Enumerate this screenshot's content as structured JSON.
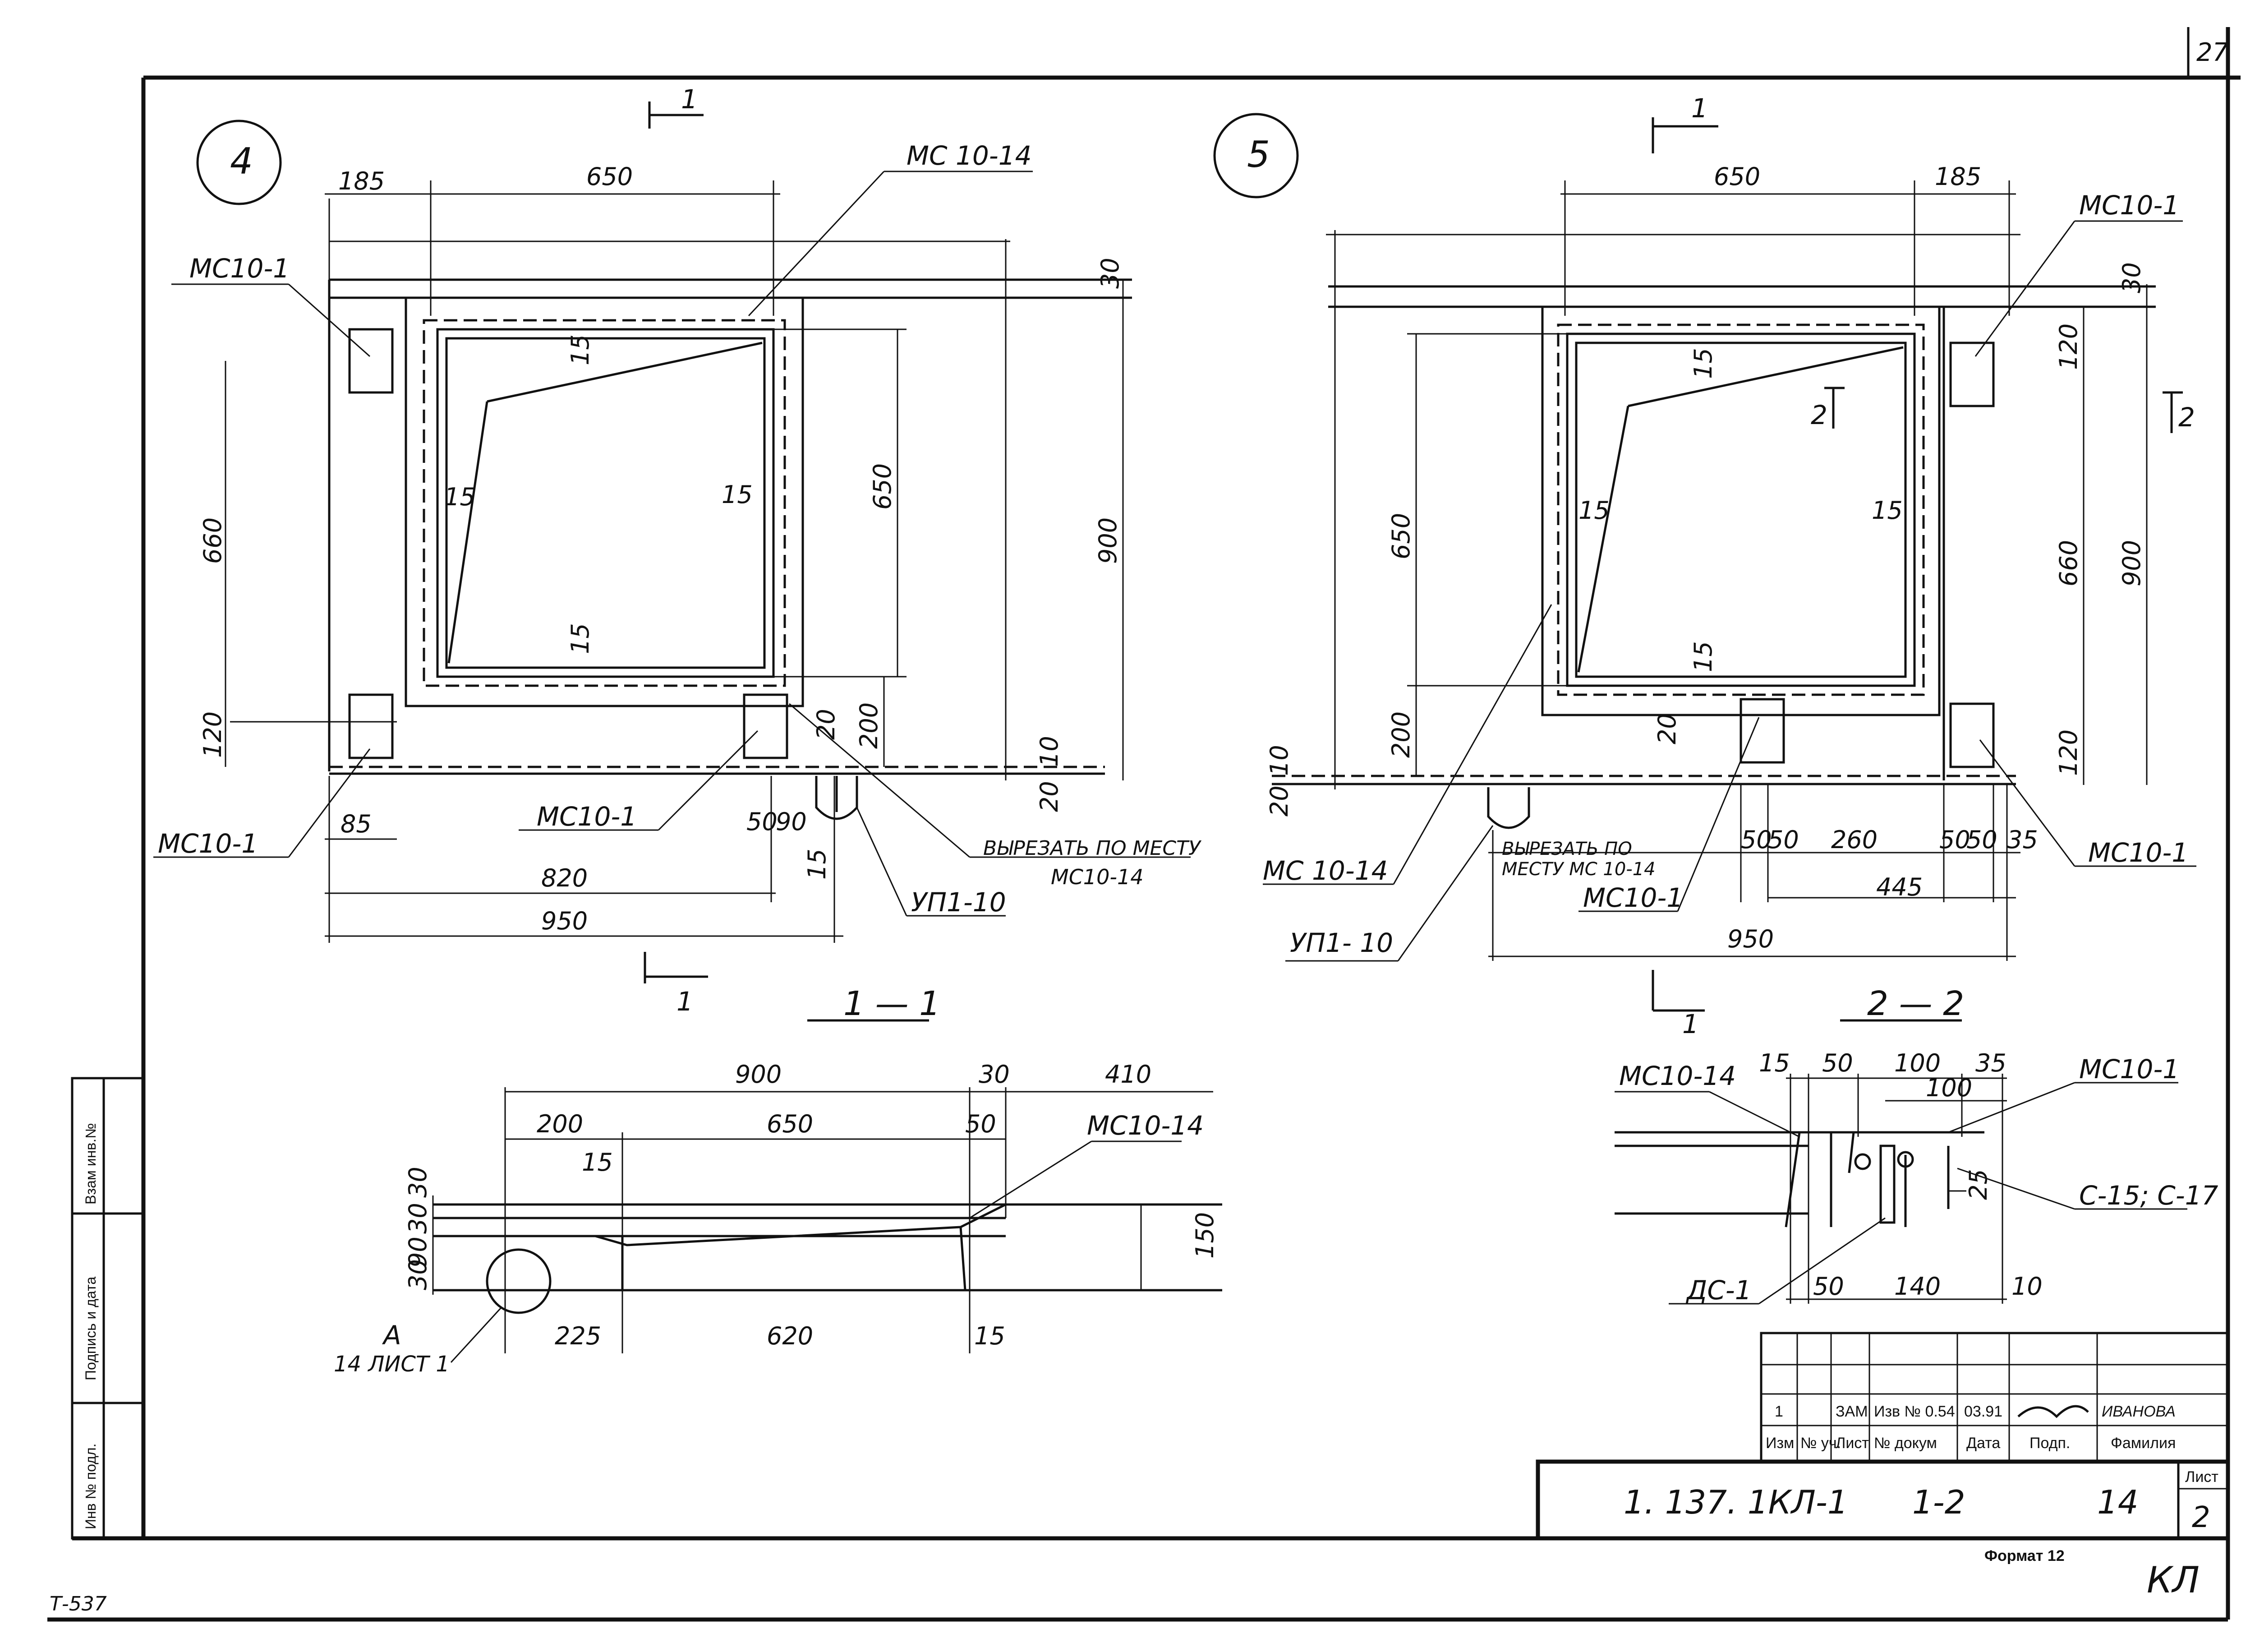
{
  "sheet": {
    "page_number": "27",
    "sheet_code": "1. 137. 1КЛ-1",
    "sheet_part": "1-2",
    "sheet_index": "14",
    "list_label": "Лист",
    "list_value": "2",
    "format_label": "Формат 12",
    "initials": "КЛ",
    "inventory_stamp": "Т-537"
  },
  "side_stamp": {
    "cell1": "Взам инв.№",
    "cell2": "Подпись и дата",
    "cell3": "Инв № подл."
  },
  "title_block": {
    "row": [
      "1",
      "",
      "ЗАМ",
      "Изв № 0.54",
      "03.91",
      "",
      "ИВАНОВА"
    ],
    "headers": [
      "Изм",
      "№ уч.",
      "Лист",
      "№ докум",
      "Дата",
      "Подп.",
      "Фамилия"
    ]
  },
  "detail4": {
    "number": "4",
    "dims": {
      "d185": "185",
      "d650_top": "650",
      "d30": "30",
      "d650_v": "650",
      "d660": "660",
      "d900": "900",
      "d120": "120",
      "d85": "85",
      "d200": "200",
      "d20a": "20",
      "d10": "10",
      "d20b": "20",
      "d15a": "15",
      "d15b": "15",
      "d15c": "15",
      "d15d": "15",
      "d15e": "15",
      "d50": "50",
      "d90": "90",
      "d820": "820",
      "d950": "950"
    },
    "labels": {
      "mc10_14": "МС 10-14",
      "mc10_1_a": "МС10-1",
      "mc10_1_b": "МС10-1",
      "mc10_1_c": "МС10-1",
      "cut1": "ВЫРЕЗАТЬ ПО МЕСТУ",
      "cut2": "МС10-14",
      "up": "УП1-10"
    },
    "cut_mark_top": "1",
    "cut_mark_bottom": "1"
  },
  "detail5": {
    "number": "5",
    "dims": {
      "d650_top": "650",
      "d185": "185",
      "d30": "30",
      "d120a": "120",
      "d650_v": "650",
      "d660": "660",
      "d900": "900",
      "d200": "200",
      "d20": "20",
      "d10": "10",
      "d20b": "20",
      "d120b": "120",
      "d15a": "15",
      "d15b": "15",
      "d15c": "15",
      "d15d": "15",
      "d50a": "50",
      "d50b": "50",
      "d260": "260",
      "d50c": "50",
      "d50d": "50",
      "d35": "35",
      "d445": "445",
      "d950": "950"
    },
    "labels": {
      "mc10_1_a": "МС10-1",
      "mc10_1_b": "МС10-1",
      "mc10_1_c": "МС10-1",
      "mc10_14": "МС 10-14",
      "cut1": "ВЫРЕЗАТЬ ПО",
      "cut2": "МЕСТУ МС 10-14",
      "up": "УП1- 10"
    },
    "section_mark": "2",
    "cut_mark_top": "1",
    "cut_mark_bottom": "1"
  },
  "section11": {
    "title": "1 — 1",
    "dims": {
      "d900": "900",
      "d30a": "30",
      "d410": "410",
      "d200": "200",
      "d650": "650",
      "d50": "50",
      "d15a": "15",
      "d30b": "30",
      "d30c": "30",
      "d90a": "90",
      "d30d": "30",
      "d150": "150",
      "d225": "225",
      "d620": "620",
      "d15b": "15"
    },
    "labels": {
      "mc10_14": "МС10-14",
      "ref_a": "А",
      "ref_sheet": "14 ЛИСТ 1"
    }
  },
  "section22": {
    "title": "2 — 2",
    "dims": {
      "d15": "15",
      "d50a": "50",
      "d100a": "100",
      "d35": "35",
      "d100b": "100",
      "d25": "25",
      "d50b": "50",
      "d140": "140",
      "d10": "10"
    },
    "labels": {
      "mc10_14": "МС10-14",
      "mc10_1": "МС10-1",
      "c15": "С-15; С-17",
      "dc": "ДС-1"
    }
  }
}
